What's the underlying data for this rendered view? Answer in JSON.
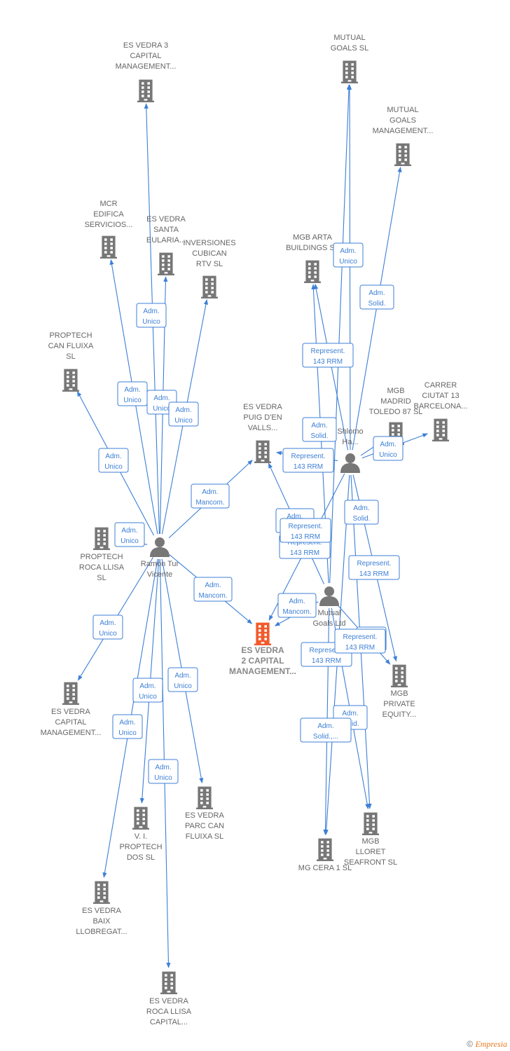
{
  "colors": {
    "edge": "#3d7fd6",
    "company": "#777777",
    "company_main": "#f15a2b",
    "person": "#777777"
  },
  "nodes": [
    {
      "id": "esvedra3",
      "type": "company",
      "lines": [
        "ES VEDRA 3",
        "CAPITAL",
        "MANAGEMENT..."
      ]
    },
    {
      "id": "mutualgoals",
      "type": "company",
      "lines": [
        "MUTUAL",
        "GOALS  SL"
      ]
    },
    {
      "id": "mutualgoalsmgmt",
      "type": "company",
      "lines": [
        "MUTUAL",
        "GOALS",
        "MANAGEMENT..."
      ]
    },
    {
      "id": "mcr",
      "type": "company",
      "lines": [
        "MCR",
        "EDIFICA",
        "SERVICIOS..."
      ]
    },
    {
      "id": "esvedrasanta",
      "type": "company",
      "lines": [
        "ES VEDRA",
        "SANTA",
        "EULARIA..."
      ]
    },
    {
      "id": "inversiones",
      "type": "company",
      "lines": [
        "INVERSIONES",
        "CUBICAN",
        "RTV  SL"
      ]
    },
    {
      "id": "mgbarta",
      "type": "company",
      "lines": [
        "MGB ARTA",
        "BUILDINGS  SL"
      ]
    },
    {
      "id": "proptechcan",
      "type": "company",
      "lines": [
        "PROPTECH",
        "CAN FLUIXA",
        "SL"
      ]
    },
    {
      "id": "mgbmadrid",
      "type": "company",
      "lines": [
        "MGB",
        "MADRID",
        "TOLEDO 87  SL"
      ]
    },
    {
      "id": "carrer",
      "type": "company",
      "lines": [
        "CARRER",
        "CIUTAT 13",
        "BARCELONA..."
      ]
    },
    {
      "id": "esvedrapuig",
      "type": "company",
      "lines": [
        "ES VEDRA",
        "PUIG D'EN",
        "VALLS..."
      ]
    },
    {
      "id": "shlomo",
      "type": "person",
      "lines": [
        "Shlomo",
        "Ha..."
      ]
    },
    {
      "id": "proptechroca",
      "type": "company",
      "lines": [
        "PROPTECH",
        "ROCA LLISA",
        "SL"
      ]
    },
    {
      "id": "ramon",
      "type": "person",
      "lines": [
        "Ramon Tur",
        "Vicente"
      ]
    },
    {
      "id": "mutualltd",
      "type": "person",
      "lines": [
        "Mutual",
        "Goals Ltd"
      ]
    },
    {
      "id": "esvedra2",
      "type": "company_main",
      "lines": [
        "ES VEDRA",
        "2 CAPITAL",
        "MANAGEMENT..."
      ]
    },
    {
      "id": "mgbprivate",
      "type": "company",
      "lines": [
        "MGB",
        "PRIVATE",
        "EQUITY..."
      ]
    },
    {
      "id": "esvedracapital",
      "type": "company",
      "lines": [
        "ES VEDRA",
        "CAPITAL",
        "MANAGEMENT..."
      ]
    },
    {
      "id": "vi",
      "type": "company",
      "lines": [
        "V. I.",
        "PROPTECH",
        "DOS  SL"
      ]
    },
    {
      "id": "esvedraparc",
      "type": "company",
      "lines": [
        "ES VEDRA",
        "PARC CAN",
        "FLUIXA  SL"
      ]
    },
    {
      "id": "mgblloret",
      "type": "company",
      "lines": [
        "MGB",
        "LLORET",
        "SEAFRONT  SL"
      ]
    },
    {
      "id": "mgcera",
      "type": "company",
      "lines": [
        "MG CERA 1  SL"
      ]
    },
    {
      "id": "esvedrabaix",
      "type": "company",
      "lines": [
        "ES VEDRA",
        "BAIX",
        "LLOBREGAT..."
      ]
    },
    {
      "id": "esvedraroca",
      "type": "company",
      "lines": [
        "ES VEDRA",
        "ROCA LLISA",
        "CAPITAL..."
      ]
    }
  ],
  "edge_labels": [
    [
      "Adm.",
      "Unico"
    ],
    [
      "Adm.",
      "Unico"
    ],
    [
      "Adm.",
      "Unico"
    ],
    [
      "Adm.",
      "Unico"
    ],
    [
      "Adm.",
      "Unico"
    ],
    [
      "Adm.",
      "Unico"
    ],
    [
      "Adm.",
      "Mancom."
    ],
    [
      "Adm.",
      "Mancom."
    ],
    [
      "Adm.",
      "Unico"
    ],
    [
      "Adm.",
      "Unico"
    ],
    [
      "Adm.",
      "Unico"
    ],
    [
      "Adm.",
      "Unico"
    ],
    [
      "Adm.",
      "Unico"
    ],
    [
      "Adm.",
      "Unico"
    ],
    [
      "Adm.",
      "Solid."
    ],
    [
      "Represent.",
      "143 RRM"
    ],
    [
      "Adm.",
      "Solid."
    ],
    [
      "Represent.",
      "143 RRM"
    ],
    [
      "Adm.",
      "Unico"
    ],
    [
      "Represent.",
      "143 RRM"
    ],
    [
      "Adm.",
      "Solid."
    ],
    [
      "Adm.",
      "Mancom."
    ],
    [
      "Represent.",
      "143 RRM"
    ],
    [
      "Represent.",
      "143 RRM"
    ],
    [
      "Adm.",
      "Mancom."
    ],
    [
      "Adm.",
      "Unico"
    ],
    [
      "Represent.",
      "143 RRM"
    ],
    [
      "Represent.",
      "143 RRM"
    ],
    [
      "Adm.",
      "Solid."
    ],
    [
      "Adm.",
      "Solid.,..."
    ]
  ],
  "footer": {
    "copyright": "©",
    "brand": "Empresia"
  }
}
